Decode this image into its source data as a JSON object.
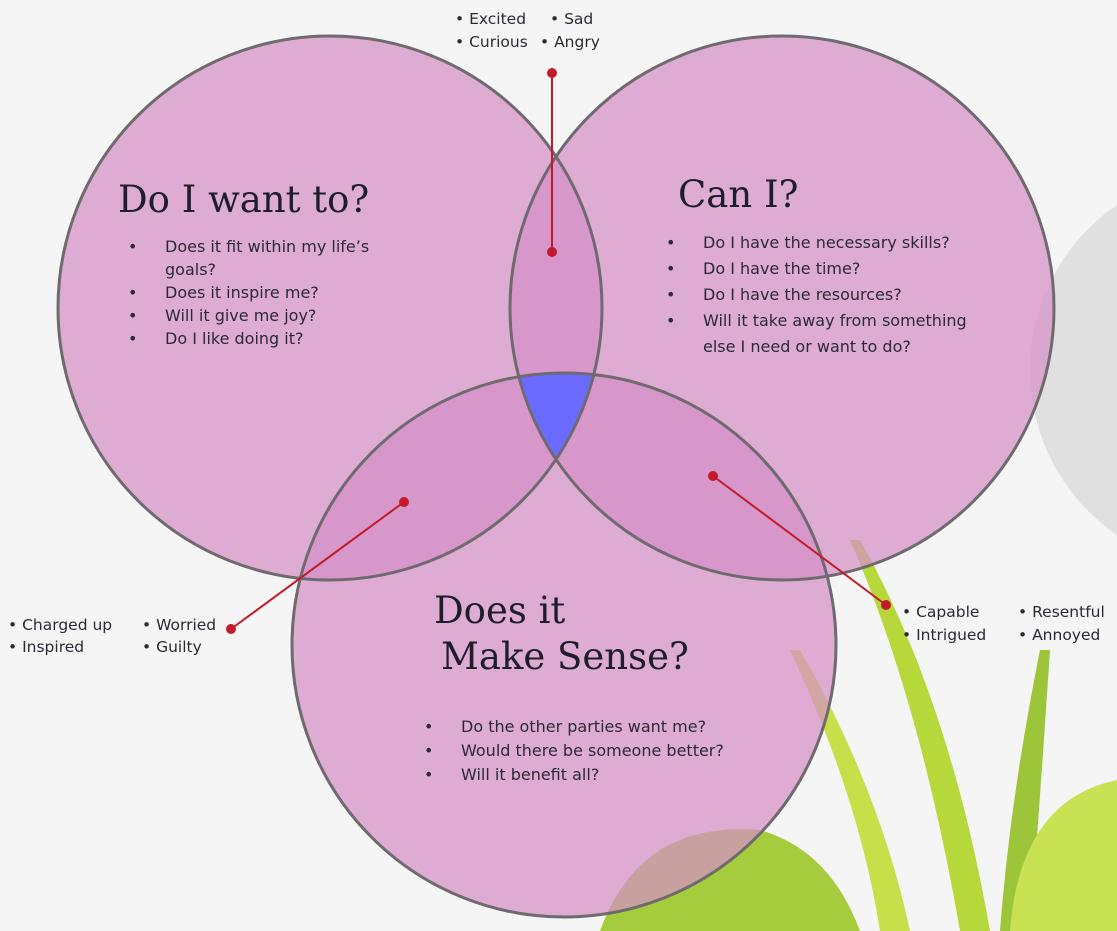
{
  "circles": {
    "want": {
      "title": "Do I want to?",
      "items": [
        "Does it fit within my life’s",
        "goals?",
        "Does it inspire me?",
        "Will it give me joy?",
        "Do I like doing it?"
      ]
    },
    "can": {
      "title": "Can I?",
      "items": [
        "Do I have the necessary skills?",
        "Do I have the time?",
        "Do I have the resources?",
        "Will it take away from something",
        "else I need or want to do?"
      ]
    },
    "sense": {
      "title_line1": "Does it",
      "title_line2": "Make Sense?",
      "items": [
        "Do the other parties want me?",
        "Would there be someone better?",
        "Will it benefit all?"
      ]
    }
  },
  "emotions": {
    "top": {
      "col1": [
        "Excited",
        "Curious"
      ],
      "col2": [
        "Sad",
        "Angry"
      ]
    },
    "left": {
      "col1": [
        "Charged up",
        "Inspired"
      ],
      "col2": [
        "Worried",
        "Guilty"
      ]
    },
    "right": {
      "col1": [
        "Capable",
        "Intrigued"
      ],
      "col2": [
        "Resentful",
        "Annoyed"
      ]
    }
  },
  "colors": {
    "circle_fill": "#d68fc6",
    "circle_stroke": "#6e6a6e",
    "overlap": "#c86fb6",
    "center": "#6b6cff",
    "connector": "#c21a2a",
    "background": "#f5f5f5",
    "grass": "#b7d83a"
  }
}
